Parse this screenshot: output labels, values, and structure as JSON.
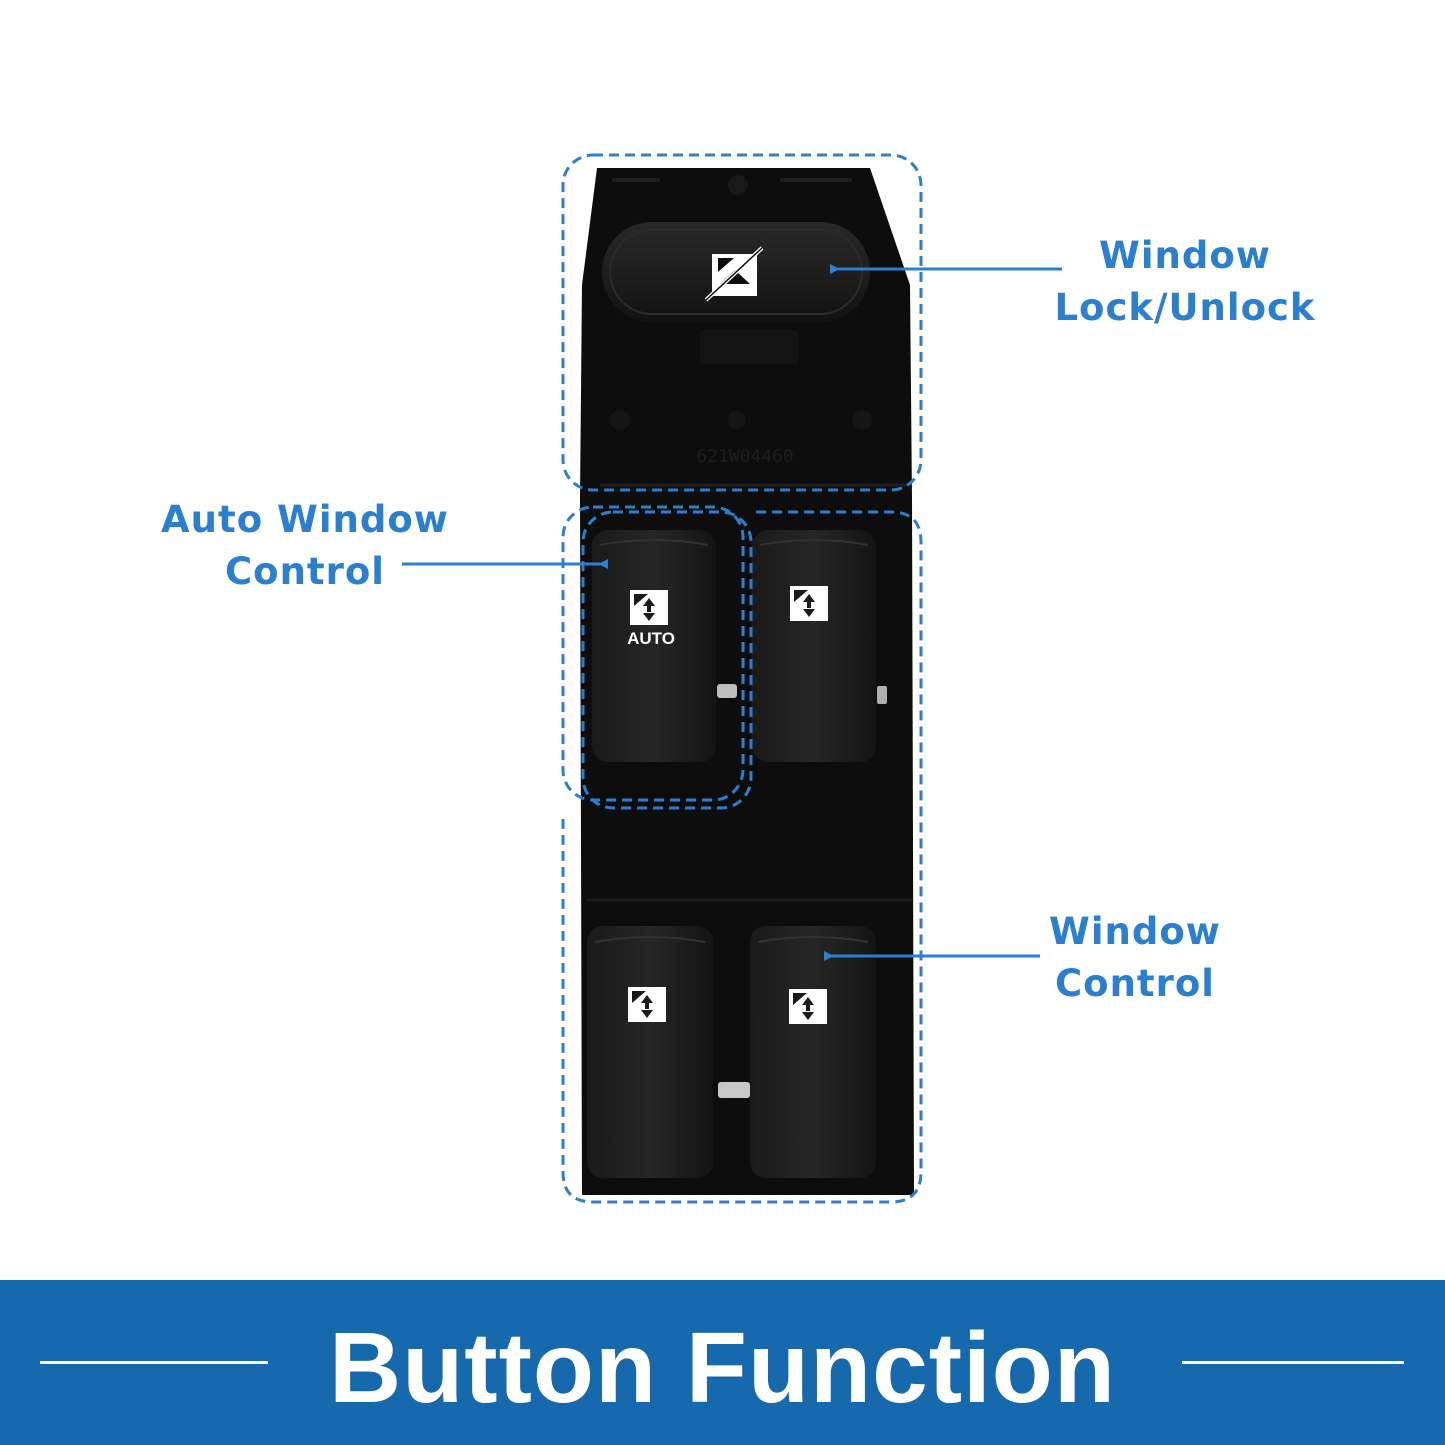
{
  "colors": {
    "accent": "#2a7fd0",
    "banner": "#1769ad",
    "switch_body": "#0d0d0d"
  },
  "icons": {
    "lock": "window-lock-crossed-icon",
    "window": "window-up-down-icon"
  },
  "callouts": {
    "lock": {
      "line1": "Window",
      "line2": "Lock/Unlock"
    },
    "auto": {
      "line1": "Auto Window",
      "line2": "Control"
    },
    "window": {
      "line1": "Window",
      "line2": "Control"
    }
  },
  "switch": {
    "auto_label": "AUTO",
    "part_number": "621W04460"
  },
  "banner": {
    "title": "Button Function"
  }
}
